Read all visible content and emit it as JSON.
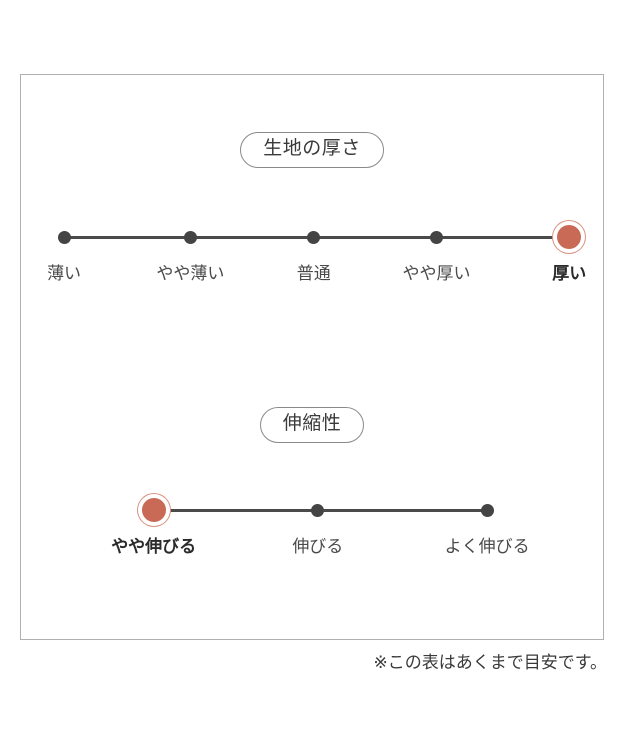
{
  "chart_data": {
    "type": "scale-diagram",
    "title": "",
    "note": "※この表はあくまで目安です。",
    "accent_color": "#c86a55",
    "neutral_color": "#444444",
    "scales": [
      {
        "id": "fabric-thickness",
        "heading": "生地の厚さ",
        "selected_index": 4,
        "points": [
          {
            "label": "薄い",
            "x_pct": 7.4,
            "selected": false
          },
          {
            "label": "やや薄い",
            "x_pct": 29.1,
            "selected": false
          },
          {
            "label": "普通",
            "x_pct": 50.3,
            "selected": false
          },
          {
            "label": "やや厚い",
            "x_pct": 71.4,
            "selected": false
          },
          {
            "label": "厚い",
            "x_pct": 94.2,
            "selected": true
          }
        ]
      },
      {
        "id": "stretchiness",
        "heading": "伸縮性",
        "selected_index": 0,
        "points": [
          {
            "label": "やや伸びる",
            "x_pct": 22.8,
            "selected": true
          },
          {
            "label": "伸びる",
            "x_pct": 51.0,
            "selected": false
          },
          {
            "label": "よく伸びる",
            "x_pct": 80.1,
            "selected": false
          }
        ]
      }
    ]
  },
  "frame": {
    "border_color": "#b0b0b0"
  },
  "scale_thickness": {
    "heading": "生地の厚さ",
    "labels": {
      "p0": "薄い",
      "p1": "やや薄い",
      "p2": "普通",
      "p3": "やや厚い",
      "p4": "厚い"
    }
  },
  "scale_stretch": {
    "heading": "伸縮性",
    "labels": {
      "p0": "やや伸びる",
      "p1": "伸びる",
      "p2": "よく伸びる"
    }
  },
  "footnote": {
    "text": "※この表はあくまで目安です。"
  }
}
